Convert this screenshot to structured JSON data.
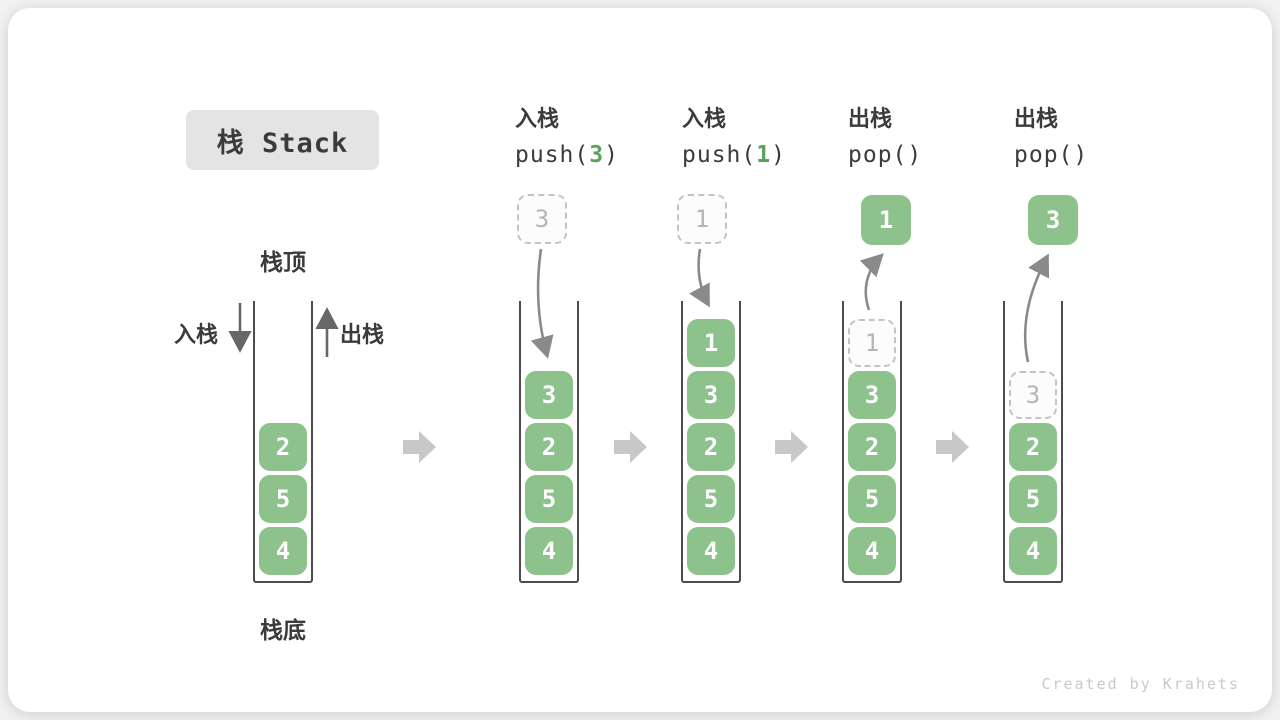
{
  "title": "栈 Stack",
  "labels": {
    "stack_top": "栈顶",
    "stack_bottom": "栈底",
    "push_side": "入栈",
    "pop_side": "出栈"
  },
  "operations": [
    {
      "cn": "入栈",
      "code_pre": "push(",
      "code_num": "3",
      "code_post": ")"
    },
    {
      "cn": "入栈",
      "code_pre": "push(",
      "code_num": "1",
      "code_post": ")"
    },
    {
      "cn": "出栈",
      "code_pre": "pop(",
      "code_num": "",
      "code_post": ")"
    },
    {
      "cn": "出栈",
      "code_pre": "pop(",
      "code_num": "",
      "code_post": ")"
    }
  ],
  "floats": [
    "3",
    "1",
    "1",
    "3"
  ],
  "stacks": [
    {
      "cells": [
        "2",
        "5",
        "4"
      ]
    },
    {
      "cells": [
        "3",
        "2",
        "5",
        "4"
      ]
    },
    {
      "cells": [
        "1",
        "3",
        "2",
        "5",
        "4"
      ]
    },
    {
      "ghost": "1",
      "cells": [
        "3",
        "2",
        "5",
        "4"
      ]
    },
    {
      "ghost": "3",
      "cells": [
        "2",
        "5",
        "4"
      ]
    }
  ],
  "watermark": "Created by Krahets",
  "colors": {
    "cell_green": "#8dc28d",
    "code_num_green": "#5aa25a",
    "ghost_border": "#c3c3c3",
    "ghost_text": "#b5b5b5",
    "wall": "#4c4c4c",
    "curve_arrow": "#8a8a8a",
    "side_arrow": "#676767",
    "step_arrow": "#c8c8c8",
    "title_bg": "#e4e4e4",
    "text": "#3b3b3b",
    "watermark_text": "#c9c9c9"
  }
}
